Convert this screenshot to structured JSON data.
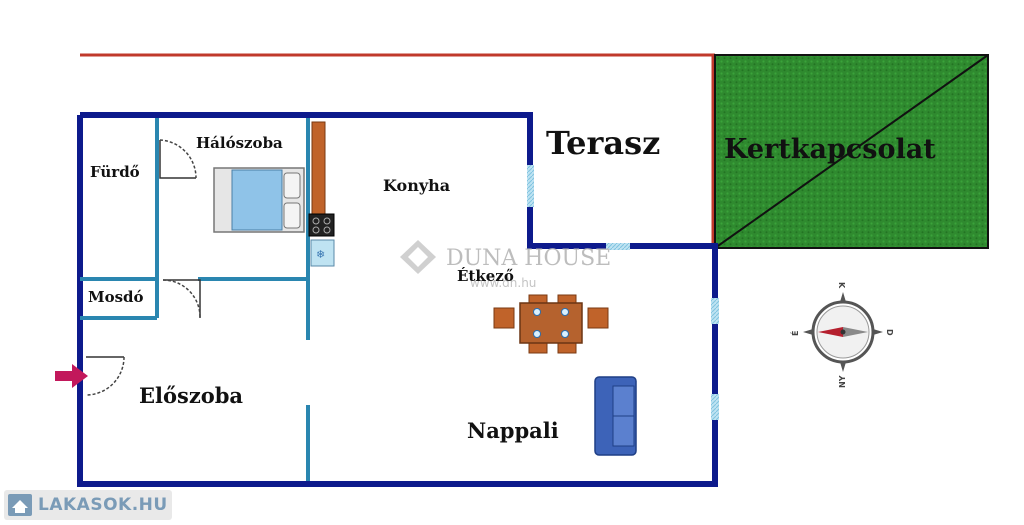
{
  "rooms": {
    "terrace": "Terasz",
    "garden": "Kertkapcsolat",
    "bathroom": "Fürdő",
    "bedroom": "Hálószoba",
    "kitchen": "Konyha",
    "dining": "Étkező",
    "washroom": "Mosdó",
    "hall": "Előszoba",
    "living": "Nappali"
  },
  "watermark": {
    "brand": "DUNA HOUSE",
    "url": "www.dh.hu"
  },
  "compass": {
    "north": "K",
    "east": "D",
    "south": "NY",
    "west": "É"
  },
  "site_badge": {
    "text": "LAKASOK.HU"
  },
  "colors": {
    "outer_wall": "#0d1a8c",
    "inner_wall": "#2a86b0",
    "boundary_line": "#c0392b",
    "lawn": "#2f8a2f",
    "entrance_arrow": "#c2185b",
    "furniture": "#c0632a",
    "sofa": "#3d63b8"
  }
}
